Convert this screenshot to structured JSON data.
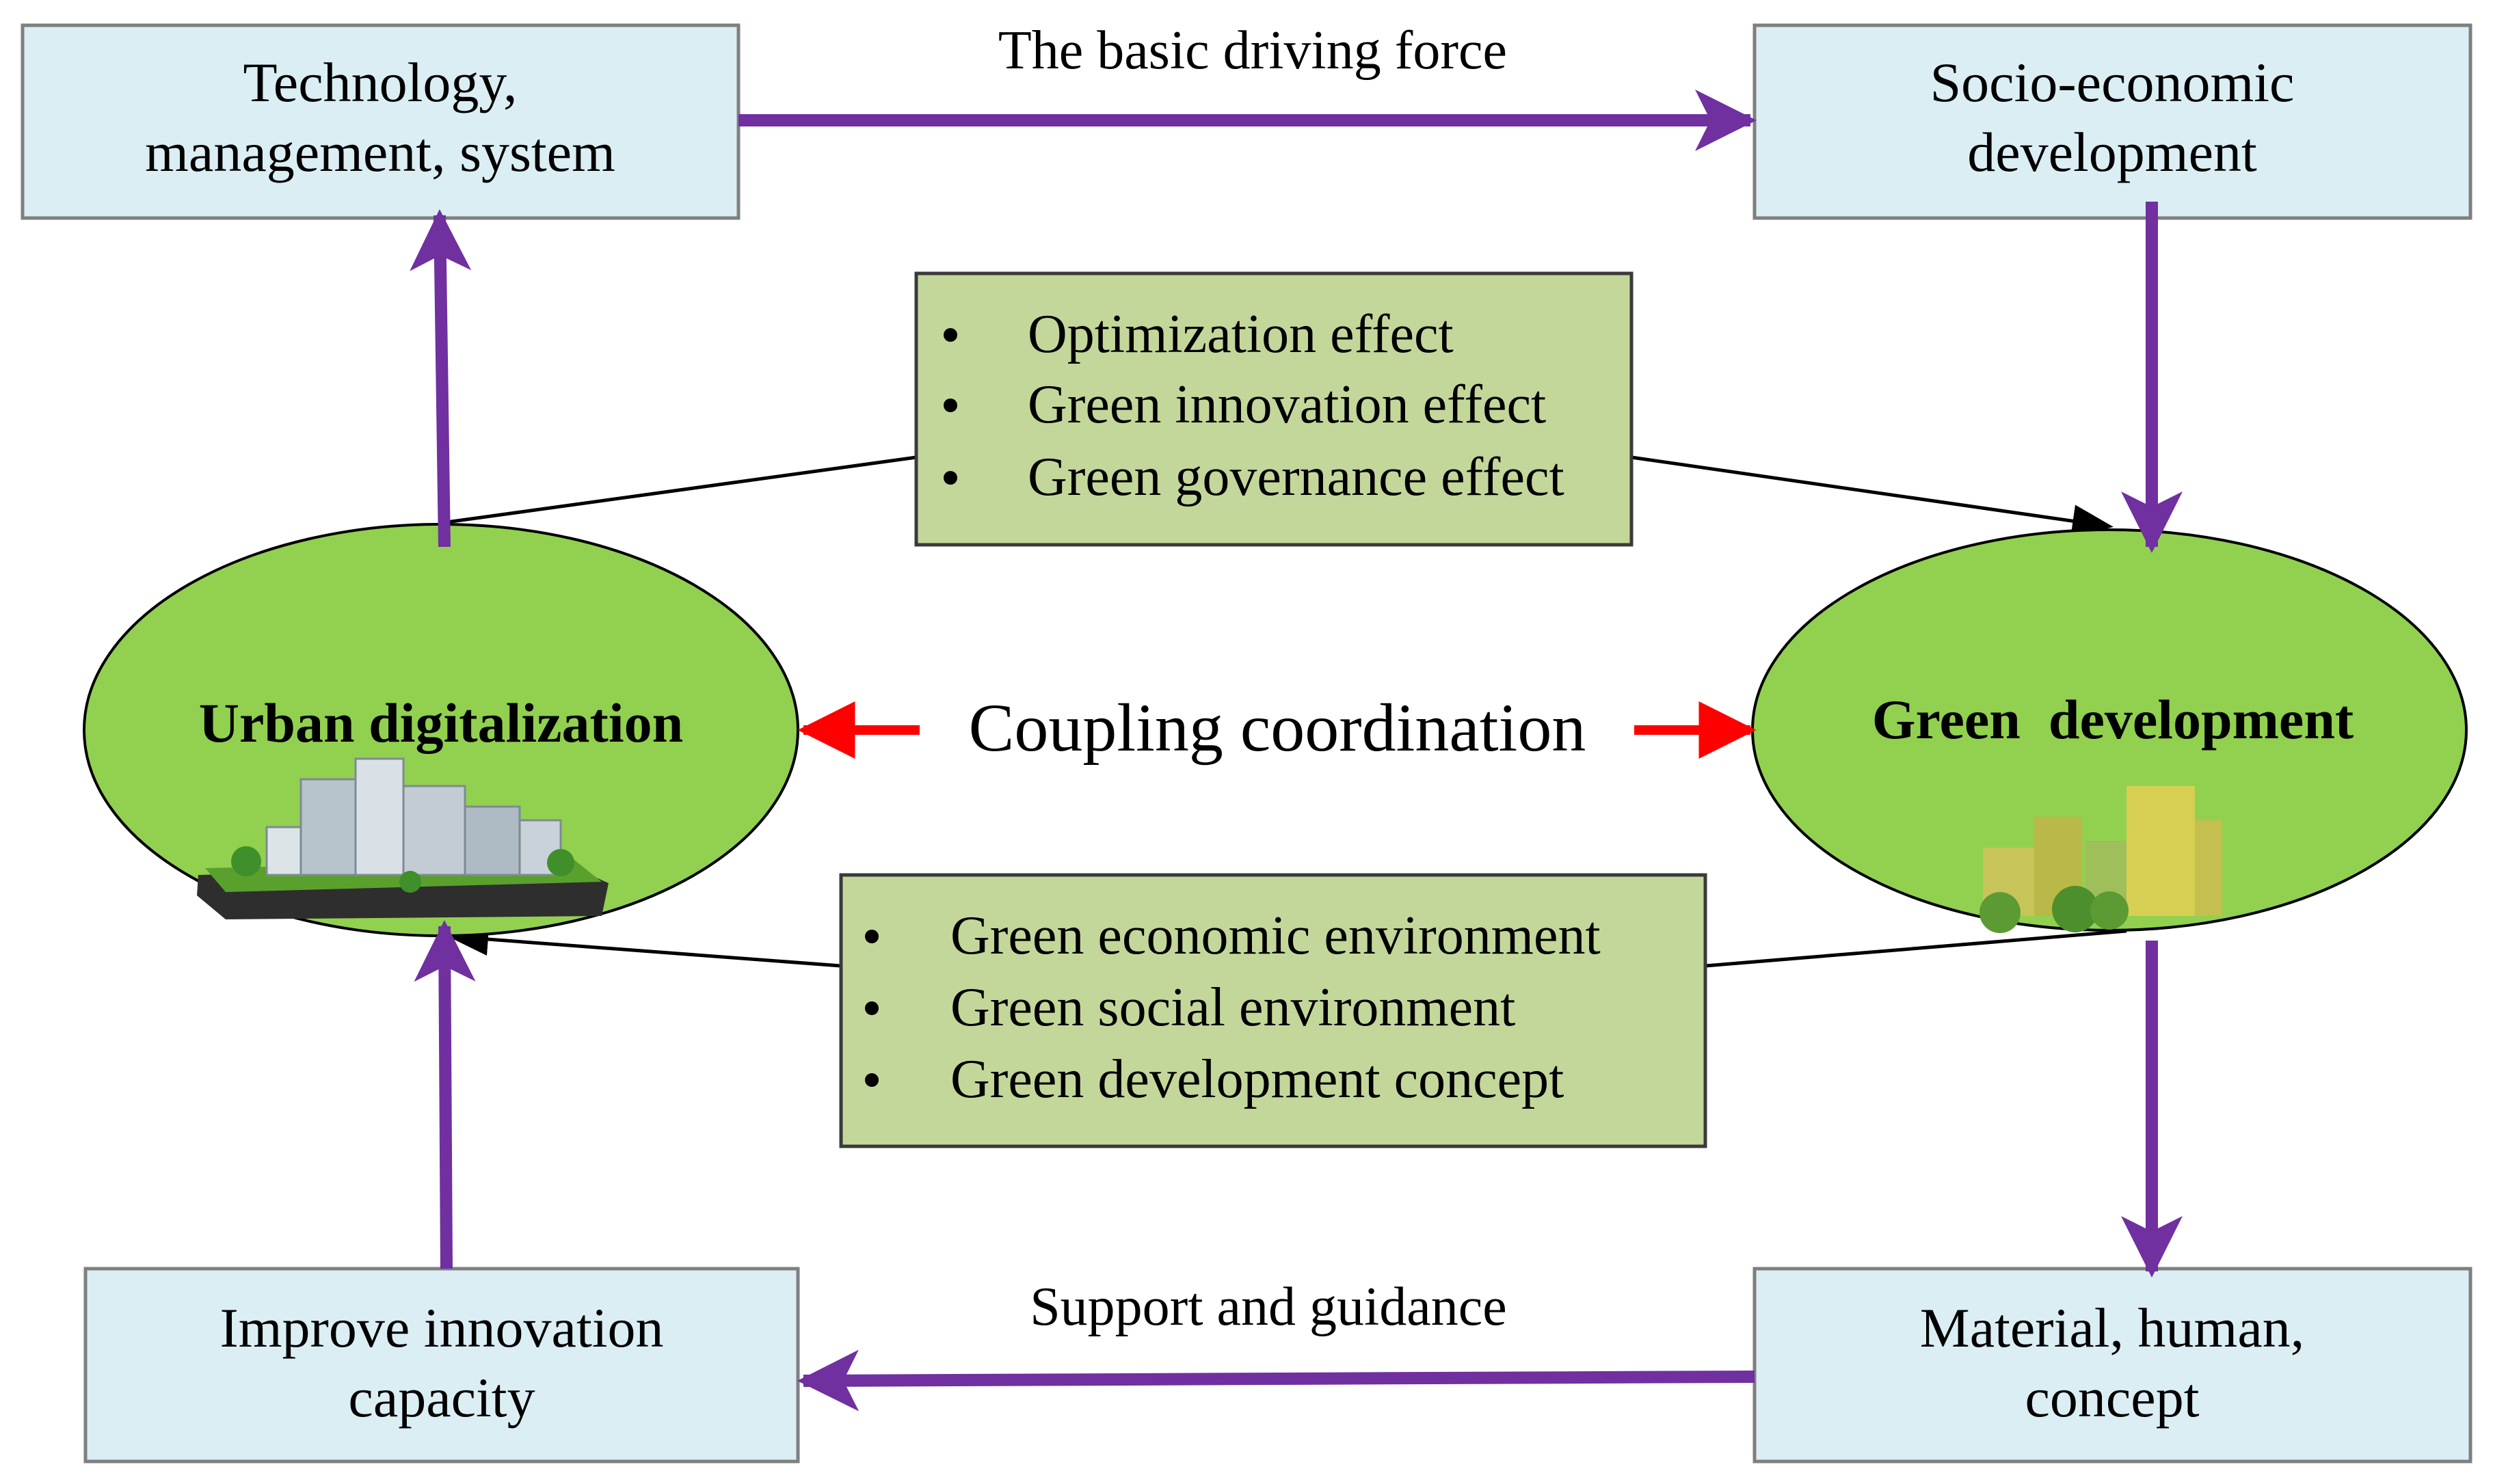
{
  "colors": {
    "box_fill": "#dbeef3",
    "box_stroke": "#7f7f7f",
    "effect_box_fill": "#c4d79b",
    "ellipse_fill": "#92d050",
    "purple_arrow": "#7030a0",
    "red_arrow": "#ff0000",
    "black_line": "#000000"
  },
  "boxes": {
    "technology": {
      "line1": "Technology,",
      "line2": "management, system"
    },
    "socio": {
      "line1": "Socio-economic",
      "line2": "development"
    },
    "innovation": {
      "line1": "Improve innovation",
      "line2": "capacity"
    },
    "material": {
      "line1": "Material, human,",
      "line2": "concept"
    }
  },
  "labels": {
    "top_arrow": "The basic driving force",
    "bottom_arrow": "Support and guidance",
    "coupling": "Coupling coordination"
  },
  "nodes": {
    "urban": "Urban digitalization",
    "green": "Green  development"
  },
  "effects_top": {
    "items": [
      "Optimization effect",
      "Green innovation effect",
      "Green governance effect"
    ]
  },
  "effects_bottom": {
    "items": [
      "Green economic environment",
      "Green social environment",
      "Green development concept"
    ]
  },
  "icons": {
    "urban": "city-on-tablet-icon",
    "green": "green-buildings-icon"
  }
}
